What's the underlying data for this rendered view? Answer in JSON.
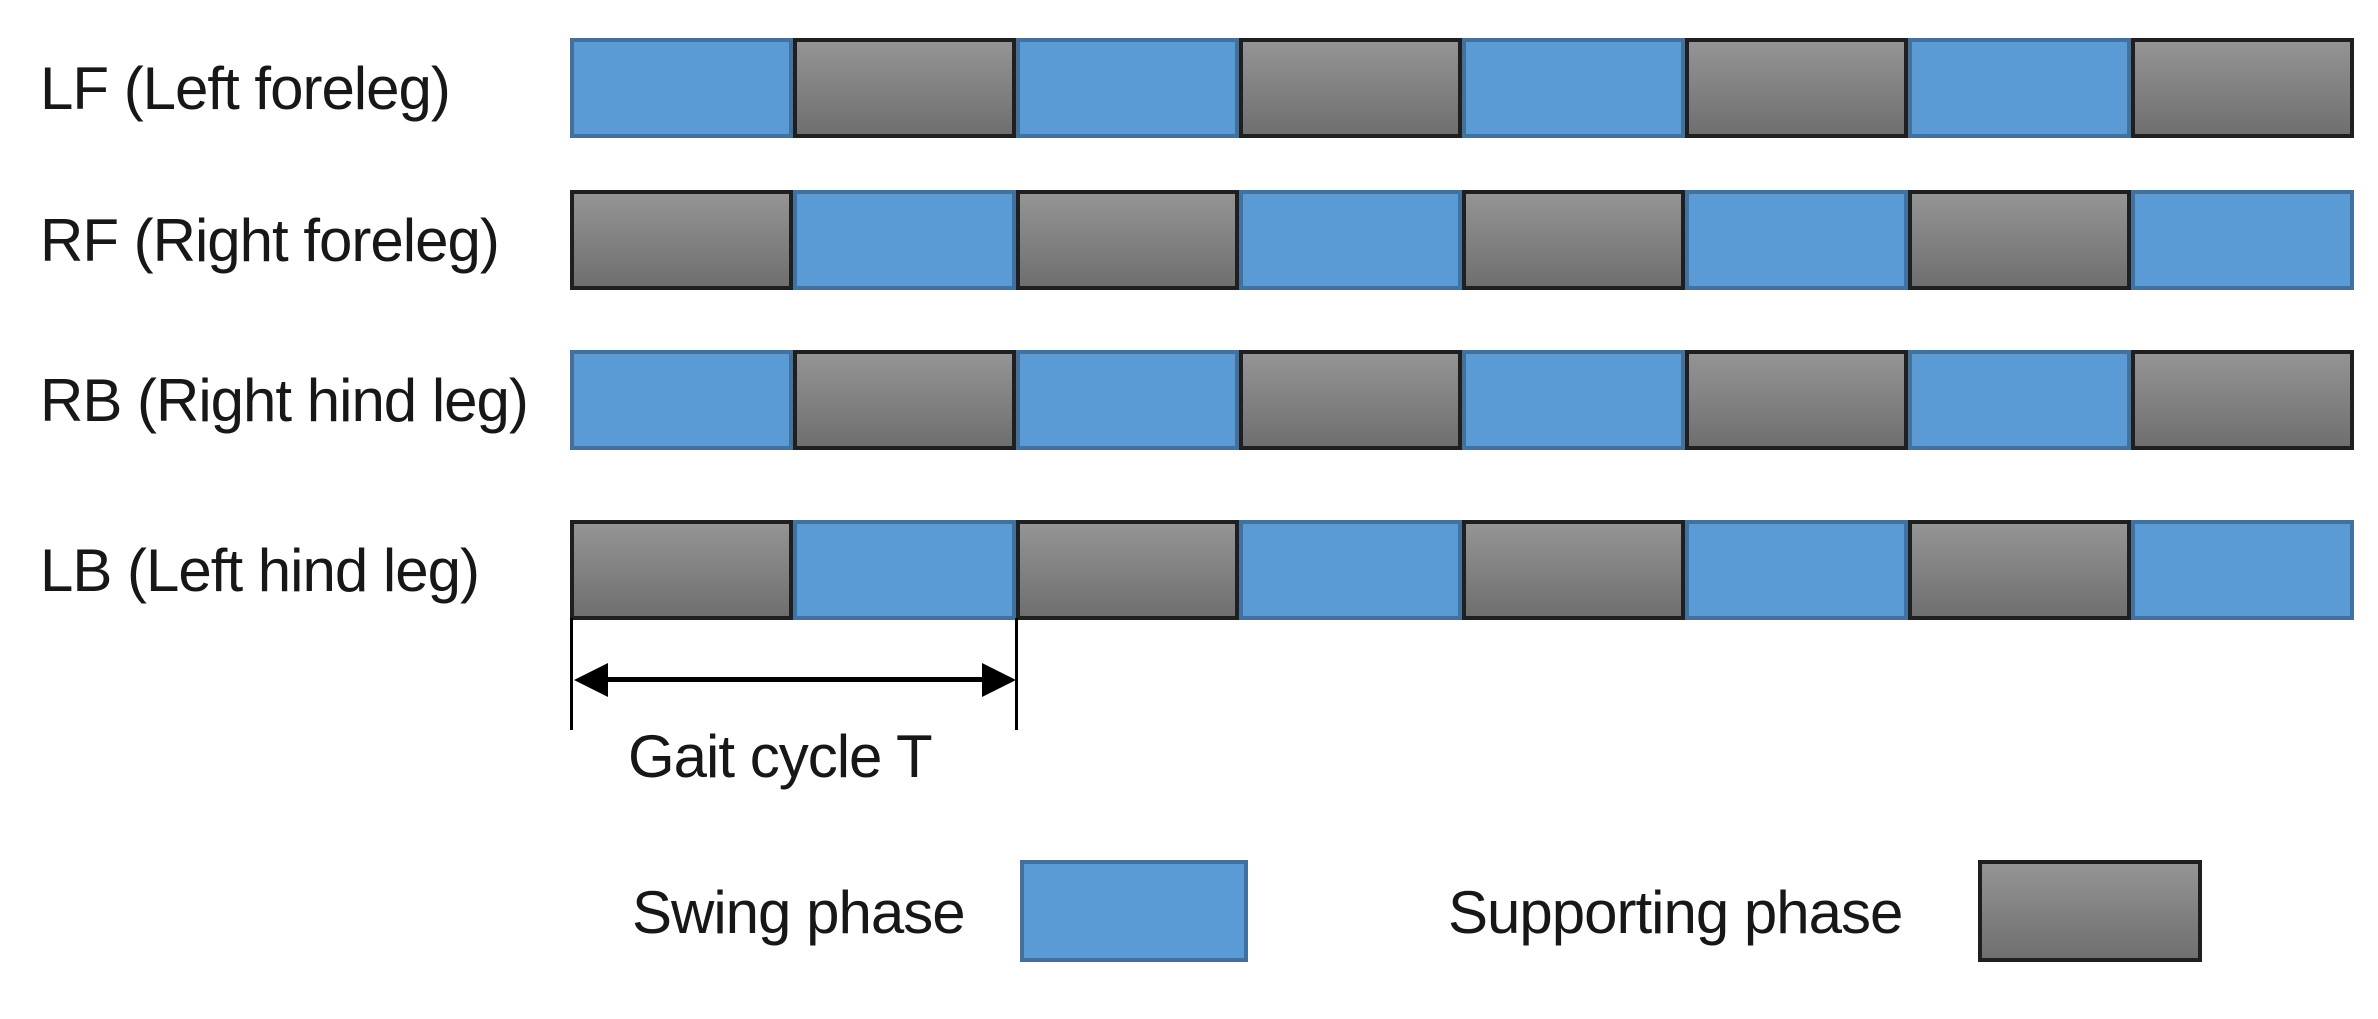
{
  "diagram": {
    "rows": [
      {
        "id": "LF",
        "label": "LF (Left foreleg)",
        "phases": [
          "swing",
          "support",
          "swing",
          "support",
          "swing",
          "support",
          "swing",
          "support"
        ]
      },
      {
        "id": "RF",
        "label": "RF (Right foreleg)",
        "phases": [
          "support",
          "swing",
          "support",
          "swing",
          "support",
          "swing",
          "support",
          "swing"
        ]
      },
      {
        "id": "RB",
        "label": "RB (Right hind leg)",
        "phases": [
          "swing",
          "support",
          "swing",
          "support",
          "swing",
          "support",
          "swing",
          "support"
        ]
      },
      {
        "id": "LB",
        "label": "LB (Left hind leg)",
        "phases": [
          "support",
          "swing",
          "support",
          "swing",
          "support",
          "swing",
          "support",
          "swing"
        ]
      }
    ],
    "cycle_annotation": {
      "label": "Gait cycle T",
      "spans_phases": 2
    },
    "legend": [
      {
        "label": "Swing phase",
        "phase": "swing"
      },
      {
        "label": "Supporting phase",
        "phase": "support"
      }
    ],
    "colors": {
      "swing_fill": "#5B9BD5",
      "swing_border": "#41719C",
      "support_fill_top": "#949494",
      "support_fill_bottom": "#6F6F6F",
      "support_border": "#1F1F1F",
      "arrow": "#000000",
      "text": "#171717"
    }
  }
}
